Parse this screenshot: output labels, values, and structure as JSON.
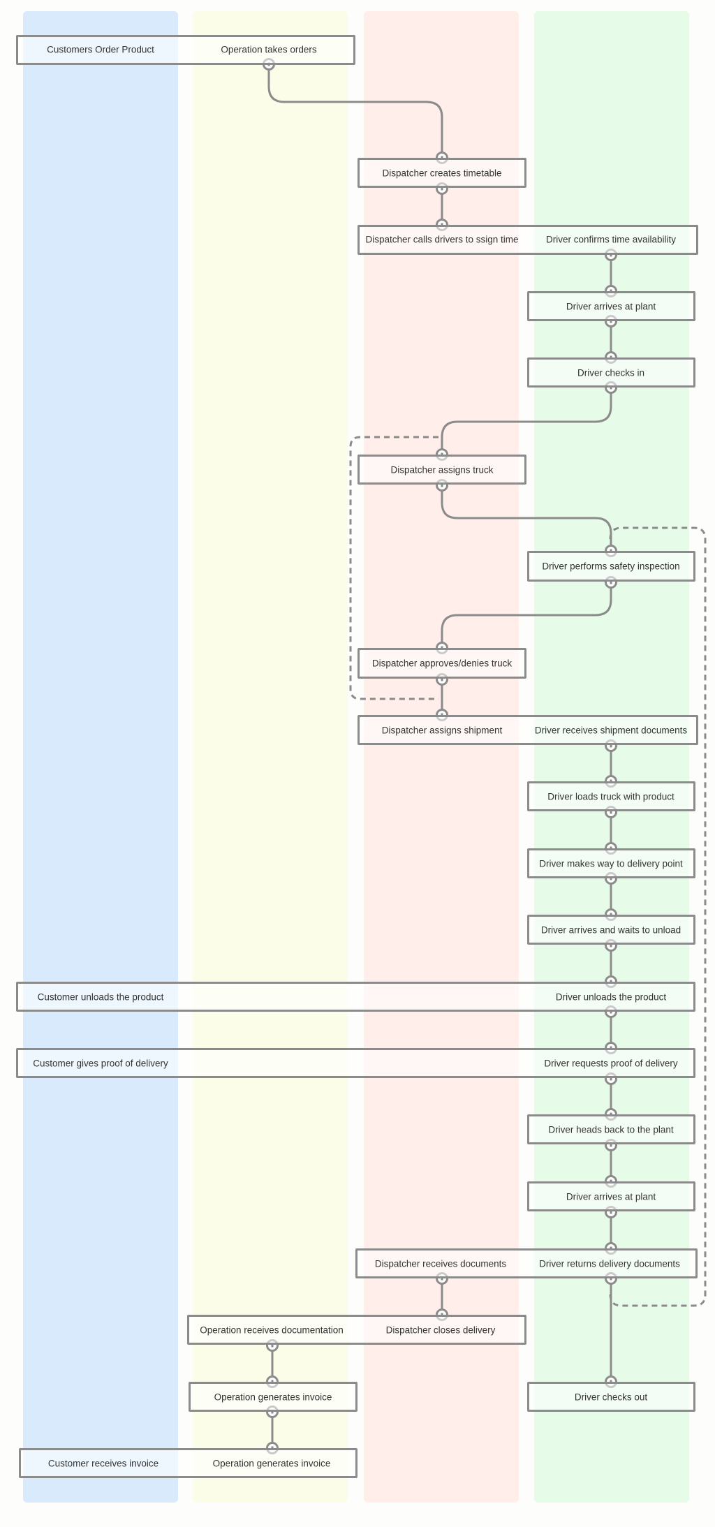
{
  "colors": {
    "customer_lane": "#d9eafc",
    "operation_lane": "#fbfde8",
    "dispatcher_lane": "#ffeeea",
    "driver_lane": "#e6fbe8",
    "line": "#8b8b8b"
  },
  "steps": [
    {
      "id": "s1",
      "label": "Customers Order Product"
    },
    {
      "id": "s2",
      "label": "Operation takes orders"
    },
    {
      "id": "s3",
      "label": "Dispatcher creates timetable"
    },
    {
      "id": "s4",
      "label": "Dispatcher calls drivers to ssign time"
    },
    {
      "id": "s5",
      "label": "Driver confirms time availability"
    },
    {
      "id": "s6",
      "label": "Driver arrives at plant"
    },
    {
      "id": "s7",
      "label": "Driver checks in"
    },
    {
      "id": "s8",
      "label": "Dispatcher assigns truck"
    },
    {
      "id": "s9",
      "label": "Driver performs safety inspection"
    },
    {
      "id": "s10",
      "label": "Dispatcher approves/denies truck"
    },
    {
      "id": "s11",
      "label": "Dispatcher assigns shipment"
    },
    {
      "id": "s12",
      "label": "Driver receives shipment documents"
    },
    {
      "id": "s13",
      "label": "Driver loads truck with product"
    },
    {
      "id": "s14",
      "label": "Driver makes way to delivery point"
    },
    {
      "id": "s15",
      "label": "Driver arrives and waits to unload"
    },
    {
      "id": "s16",
      "label": "Customer unloads the product"
    },
    {
      "id": "s17",
      "label": "Driver unloads the product"
    },
    {
      "id": "s18",
      "label": "Customer gives proof of delivery"
    },
    {
      "id": "s19",
      "label": "Driver requests proof of delivery"
    },
    {
      "id": "s20",
      "label": "Driver heads back to the plant"
    },
    {
      "id": "s21",
      "label": "Driver arrives at plant"
    },
    {
      "id": "s22",
      "label": "Dispatcher receives documents"
    },
    {
      "id": "s23",
      "label": "Driver returns delivery documents"
    },
    {
      "id": "s24",
      "label": "Operation receives documentation"
    },
    {
      "id": "s25",
      "label": "Dispatcher closes delivery"
    },
    {
      "id": "s26",
      "label": "Operation generates invoice"
    },
    {
      "id": "s27",
      "label": "Driver checks out"
    },
    {
      "id": "s28",
      "label": "Customer receives invoice"
    },
    {
      "id": "s29",
      "label": "Operation generates invoice"
    }
  ]
}
